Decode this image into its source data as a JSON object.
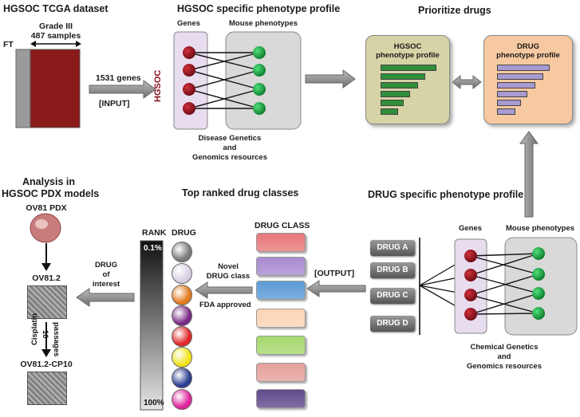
{
  "titles": {
    "tcga": "HGSOC TCGA dataset",
    "hgsoc_profile": "HGSOC specific phenotype profile",
    "prioritize": "Prioritize drugs",
    "analysis_line1": "Analysis in",
    "analysis_line2": "HGSOC PDX models",
    "top_ranked": "Top ranked drug classes",
    "drug_profile": "DRUG specific phenotype profile"
  },
  "tcga": {
    "grade": "Grade III",
    "samples": "487 samples",
    "ft": "FT",
    "genes_count": "1531 genes",
    "input": "[INPUT]"
  },
  "network_top": {
    "genes_label": "Genes",
    "mouse_label": "Mouse phenotypes",
    "side_label": "HGSOC",
    "resources_line1": "Disease Genetics",
    "resources_line2": "and",
    "resources_line3": "Genomics resources"
  },
  "prioritize": {
    "hgsoc_title_line1": "HGSOC",
    "hgsoc_title_line2": "phenotype profile",
    "drug_title_line1": "DRUG",
    "drug_title_line2": "phenotype profile",
    "hgsoc_bars": [
      0.95,
      0.75,
      0.62,
      0.48,
      0.38,
      0.28
    ],
    "drug_bars": [
      0.92,
      0.8,
      0.66,
      0.52,
      0.4,
      0.3
    ]
  },
  "drug_network": {
    "genes_label": "Genes",
    "mouse_label": "Mouse phenotypes",
    "drugs": [
      "DRUG A",
      "DRUG B",
      "DRUG C",
      "DRUG D"
    ],
    "resources_line1": "Chemical Genetics",
    "resources_line2": "and",
    "resources_line3": "Genomics resources",
    "output": "[OUTPUT]"
  },
  "drug_class": {
    "header": "DRUG CLASS",
    "novel_line1": "Novel",
    "novel_line2": "DRUG class",
    "fda": "FDA approved",
    "colors": [
      "#e8787a",
      "#a98bd0",
      "#5b9bd5",
      "#fbd4b4",
      "#a6d86e",
      "#e6a19c",
      "#5f4a8b"
    ]
  },
  "rank": {
    "rank_label": "RANK",
    "drug_label": "DRUG",
    "top": "0.1%",
    "bottom": "100%",
    "circle_colors": [
      "#7a7a7a",
      "#d8cfe3",
      "#e27a1e",
      "#7a2a86",
      "#e0262a",
      "#f0e31a",
      "#2a3d8f",
      "#e0239a"
    ]
  },
  "pdx": {
    "ov81_pdx": "OV81 PDX",
    "ov812": "OV81.2",
    "cisplatin": "Cisplatin",
    "passages_num": "10",
    "passages": "passages",
    "ov812_cp10": "OV81.2-CP10",
    "drug_of_interest_line1": "DRUG",
    "drug_of_interest_line2": "of",
    "drug_of_interest_line3": "interest"
  },
  "colors": {
    "tumor_red": "#8b1a1a",
    "gene_node": "#8b1020",
    "pheno_node": "#12a83a",
    "hgsoc_box": "#d6d3a6",
    "drug_box": "#f7c9a0",
    "hgsoc_bar": "#2f8f3a",
    "drug_bar": "#a99ad0",
    "gene_panel": "#e8dcef",
    "pheno_panel": "#d9d9d9"
  }
}
